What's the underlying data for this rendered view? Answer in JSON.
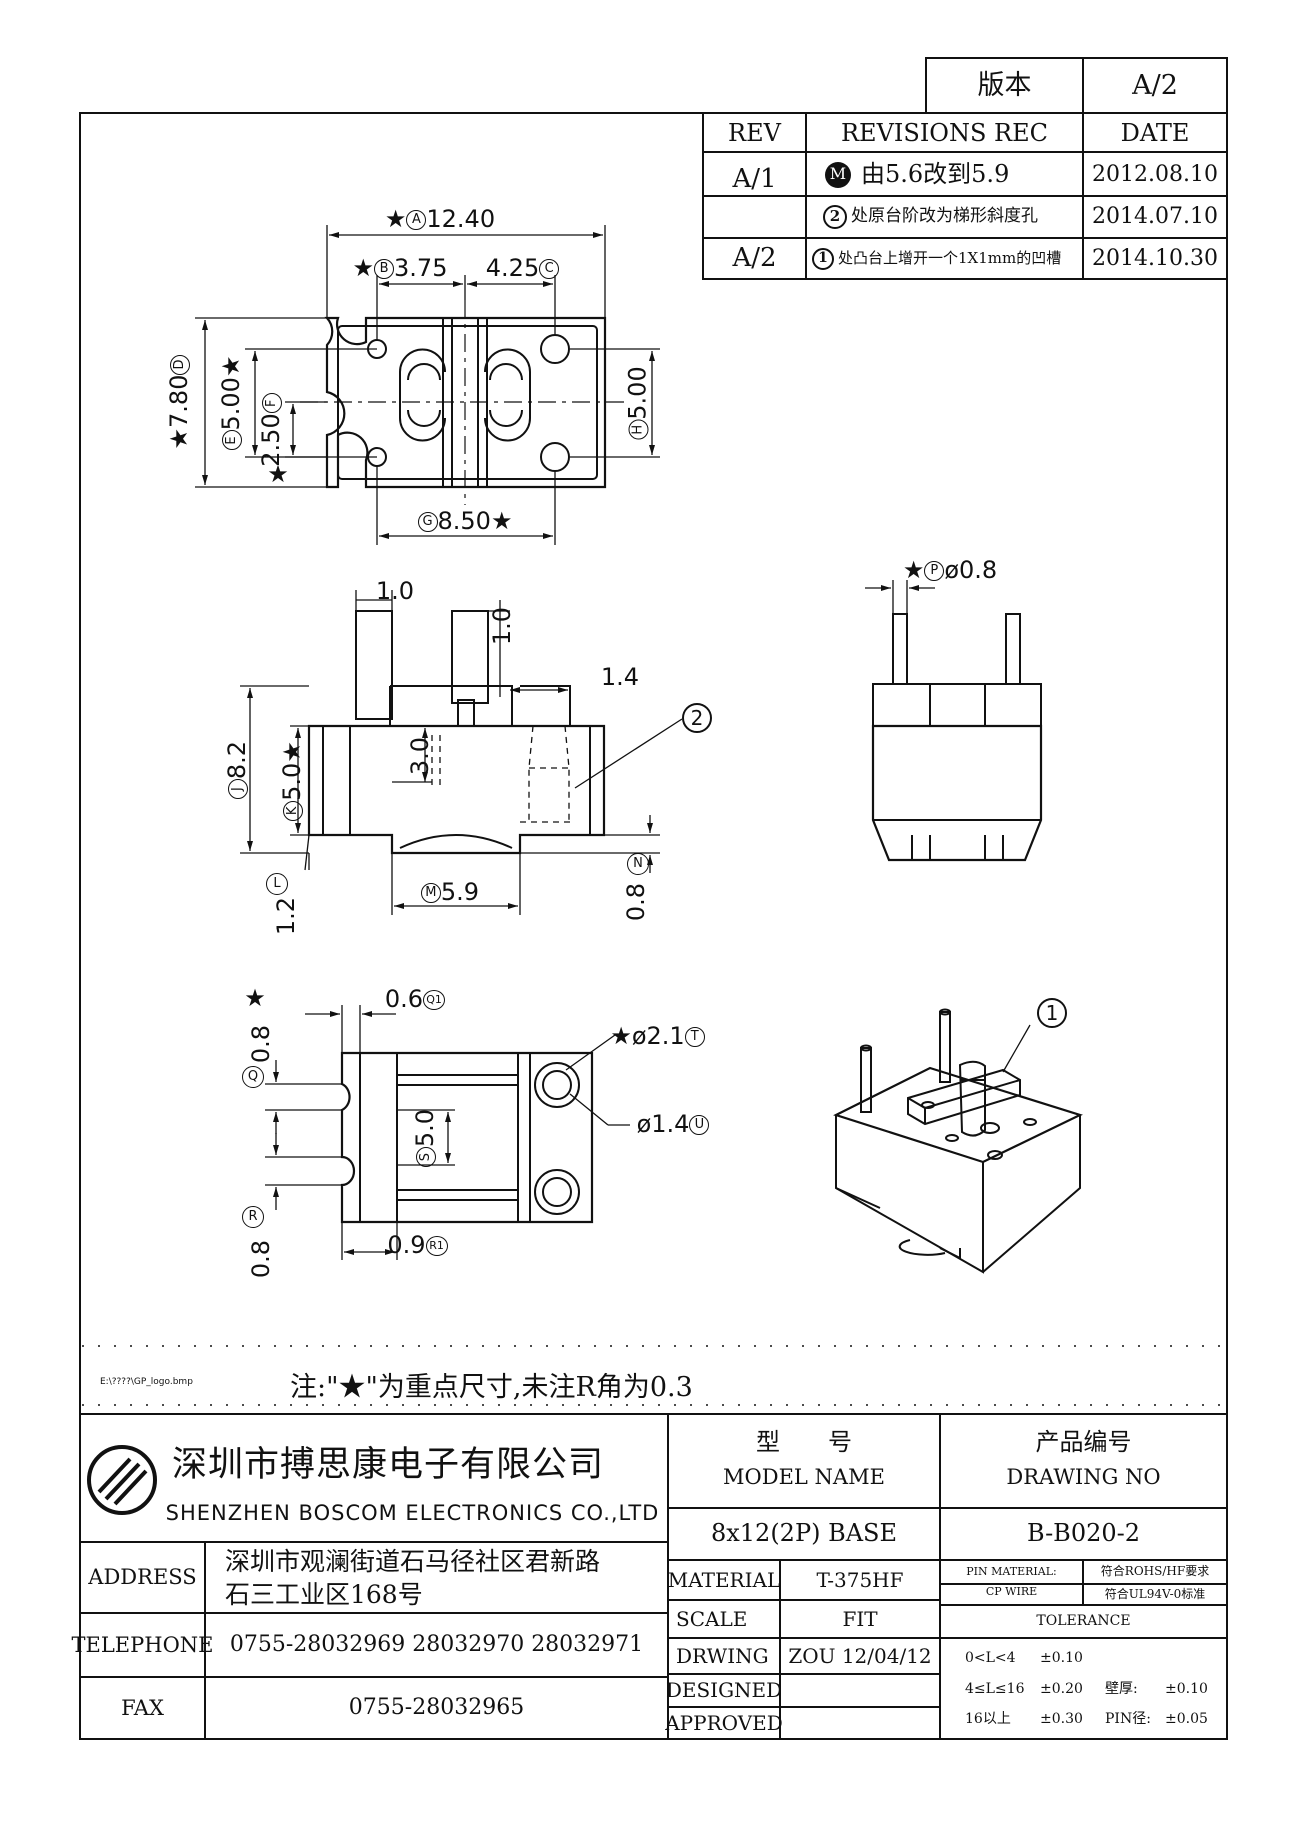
{
  "version_box": {
    "label": "版本",
    "value": "A/2"
  },
  "revisions": {
    "headers": {
      "rev": "REV",
      "rec": "REVISIONS REC",
      "date": "DATE"
    },
    "rows": [
      {
        "rev": "A/1",
        "mark": "M",
        "desc": "由5.6改到5.9",
        "date": "2012.08.10"
      },
      {
        "rev": "",
        "mark": "2",
        "desc": "处原台阶改为梯形斜度孔",
        "date": "2014.07.10"
      },
      {
        "rev": "A/2",
        "mark": "1",
        "desc": "处凸台上增开一个1X1mm的凹槽",
        "date": "2014.10.30"
      }
    ]
  },
  "dimensions": {
    "top_view": {
      "A": {
        "letter": "A",
        "value": "12.40"
      },
      "B": {
        "letter": "B",
        "value": "3.75"
      },
      "C": {
        "letter": "C",
        "value": "4.25"
      },
      "D": {
        "letter": "D",
        "value": "7.80"
      },
      "E": {
        "letter": "E",
        "value": "5.00"
      },
      "F": {
        "letter": "F",
        "value": "2.50"
      },
      "G": {
        "letter": "G",
        "value": "8.50"
      },
      "H": {
        "letter": "H",
        "value": "5.00"
      }
    },
    "front_view": {
      "pin_w": "1.0",
      "pin_top": "1.0",
      "step": "1.4",
      "J": {
        "letter": "J",
        "value": "8.2"
      },
      "K": {
        "letter": "K",
        "value": "5.0"
      },
      "inner_h": "3.0",
      "L": {
        "letter": "L",
        "value": "1.2"
      },
      "M": {
        "letter": "M",
        "value": "5.9"
      },
      "N": {
        "letter": "N",
        "value": "0.8"
      },
      "callout": "2"
    },
    "side_view": {
      "P": {
        "letter": "P",
        "value": "ø0.8"
      }
    },
    "bottom_view": {
      "Q": {
        "letter": "Q",
        "value": "0.8"
      },
      "Q1": {
        "letter": "Q1",
        "value": "0.6"
      },
      "T": {
        "letter": "T",
        "value": "ø2.1"
      },
      "U": {
        "letter": "U",
        "value": "ø1.4"
      },
      "S": {
        "letter": "S",
        "value": "5.0"
      },
      "R": {
        "letter": "R",
        "value": "0.8"
      },
      "R1": {
        "letter": "R1",
        "value": "0.9"
      }
    },
    "iso_view": {
      "callout": "1"
    }
  },
  "star": "★",
  "logo_file": "E:\\????\\GP_logo.bmp",
  "note": "注:\"★\"为重点尺寸,未注R角为0.3",
  "company": {
    "cn": "深圳市搏思康电子有限公司",
    "en": "SHENZHEN BOSCOM ELECTRONICS CO.,LTD"
  },
  "address": {
    "label": "ADDRESS",
    "line1": "深圳市观澜街道石马径社区君新路",
    "line2": "石三工业区168号"
  },
  "telephone": {
    "label": "TELEPHONE",
    "value": "0755-28032969 28032970 28032971"
  },
  "fax": {
    "label": "FAX",
    "value": "0755-28032965"
  },
  "model": {
    "label_cn": "型　　号",
    "label_en": "MODEL NAME",
    "value": "8x12(2P) BASE"
  },
  "drawing_no": {
    "label_cn": "产品编号",
    "label_en": "DRAWING NO",
    "value": "B-B020-2"
  },
  "material": {
    "label": "MATERIAL",
    "value": "T-375HF"
  },
  "scale": {
    "label": "SCALE",
    "value": "FIT"
  },
  "drwing": {
    "label": "DRWING",
    "value": "ZOU 12/04/12"
  },
  "designed": {
    "label": "DESIGNED",
    "value": ""
  },
  "approved": {
    "label": "APPROVED",
    "value": ""
  },
  "pin_material": {
    "label1": "PIN MATERIAL:",
    "label2": "CP WIRE",
    "req1": "符合ROHS/HF要求",
    "req2": "符合UL94V-0标准"
  },
  "tolerance": {
    "title": "TOLERANCE",
    "rows": [
      {
        "range": "0<L<4",
        "tol": "±0.10",
        "extra_label": "",
        "extra_tol": ""
      },
      {
        "range": "4≤L≤16",
        "tol": "±0.20",
        "extra_label": "壁厚:",
        "extra_tol": "±0.10"
      },
      {
        "range": "16以上",
        "tol": "±0.30",
        "extra_label": "PIN径:",
        "extra_tol": "±0.05"
      }
    ]
  }
}
